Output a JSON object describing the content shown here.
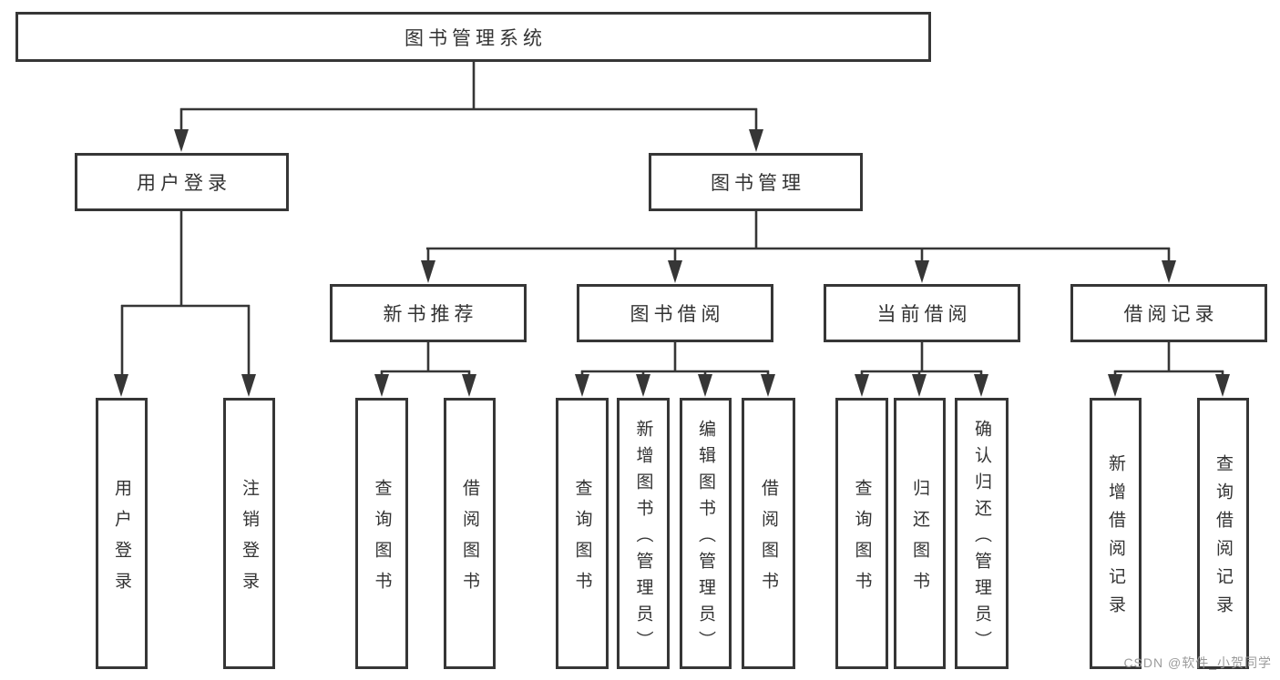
{
  "colors": {
    "line": "#363636",
    "text": "#333333",
    "background": "#ffffff"
  },
  "watermark": {
    "text": "CSDN @软件_小贺同学",
    "color": "#9b9b9b"
  },
  "diagram_type": "hierarchy-tree",
  "nodes": {
    "system": {
      "label": "图书管理系统"
    },
    "user-login": {
      "label": "用户登录"
    },
    "book-mgmt": {
      "label": "图书管理"
    },
    "new-book-rec": {
      "label": "新书推荐"
    },
    "book-borrow": {
      "label": "图书借阅"
    },
    "current-borrow": {
      "label": "当前借阅"
    },
    "borrow-records": {
      "label": "借阅记录"
    },
    "leaf-user-login": {
      "label": "用户登录"
    },
    "leaf-logout": {
      "label": "注销登录"
    },
    "leaf-query-book-1": {
      "label": "查询图书"
    },
    "leaf-borrow-book-1": {
      "label": "借阅图书"
    },
    "leaf-query-book-2": {
      "label": "查询图书"
    },
    "leaf-add-book": {
      "label": "新增图书（管理员）"
    },
    "leaf-edit-book": {
      "label": "编辑图书（管理员）"
    },
    "leaf-borrow-book-2": {
      "label": "借阅图书"
    },
    "leaf-query-book-3": {
      "label": "查询图书"
    },
    "leaf-return-book": {
      "label": "归还图书"
    },
    "leaf-confirm-return": {
      "label": "确认归还（管理员）"
    },
    "leaf-add-borrow-record": {
      "label": "新增借阅记录"
    },
    "leaf-query-borrow-record": {
      "label": "查询借阅记录"
    }
  },
  "edges": [
    [
      "system",
      "user-login"
    ],
    [
      "system",
      "book-mgmt"
    ],
    [
      "user-login",
      "leaf-user-login"
    ],
    [
      "user-login",
      "leaf-logout"
    ],
    [
      "book-mgmt",
      "new-book-rec"
    ],
    [
      "book-mgmt",
      "book-borrow"
    ],
    [
      "book-mgmt",
      "current-borrow"
    ],
    [
      "book-mgmt",
      "borrow-records"
    ],
    [
      "new-book-rec",
      "leaf-query-book-1"
    ],
    [
      "new-book-rec",
      "leaf-borrow-book-1"
    ],
    [
      "book-borrow",
      "leaf-query-book-2"
    ],
    [
      "book-borrow",
      "leaf-add-book"
    ],
    [
      "book-borrow",
      "leaf-edit-book"
    ],
    [
      "book-borrow",
      "leaf-borrow-book-2"
    ],
    [
      "current-borrow",
      "leaf-query-book-3"
    ],
    [
      "current-borrow",
      "leaf-return-book"
    ],
    [
      "current-borrow",
      "leaf-confirm-return"
    ],
    [
      "borrow-records",
      "leaf-add-borrow-record"
    ],
    [
      "borrow-records",
      "leaf-query-borrow-record"
    ]
  ]
}
